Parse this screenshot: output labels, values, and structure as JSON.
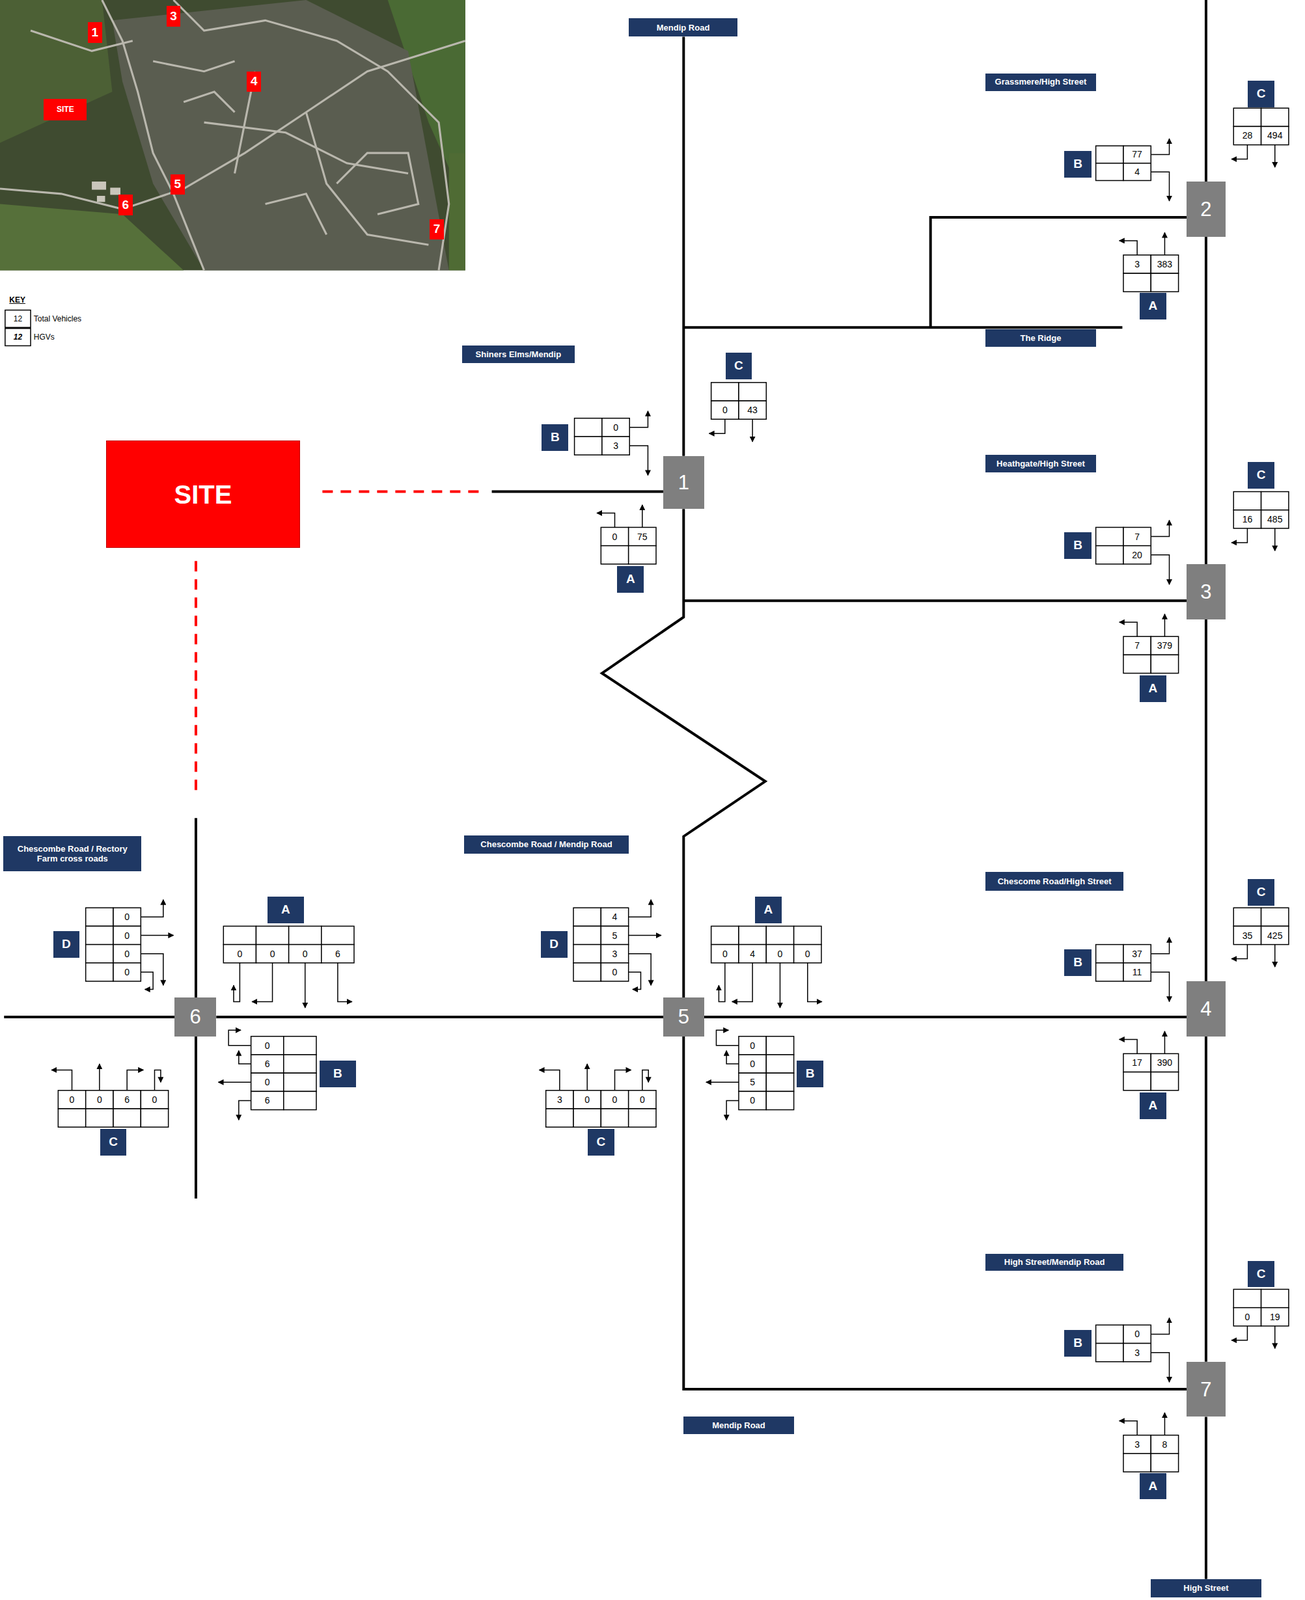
{
  "diagram": {
    "nodes": [
      {
        "text": [
          "3"
        ]
      },
      {
        "text": [
          "1"
        ]
      },
      {
        "text": [
          "4"
        ]
      },
      {
        "text": [
          "SITE"
        ]
      },
      {
        "text": [
          "5"
        ]
      },
      {
        "text": [
          "6"
        ]
      },
      {
        "text": [
          "7"
        ]
      },
      {
        "text": [
          "Mendip Road"
        ]
      },
      {
        "text": [
          "Grassmere/High Street"
        ]
      },
      {
        "text": [
          "C"
        ]
      },
      {
        "text": [
          "B"
        ]
      },
      {
        "text": [
          "2"
        ]
      },
      {
        "text": [
          "A"
        ]
      },
      {
        "text": [
          "The Ridge"
        ]
      },
      {
        "text": [
          "Shiners Elms/Mendip"
        ]
      },
      {
        "text": [
          "C"
        ]
      },
      {
        "text": [
          "B"
        ]
      },
      {
        "text": [
          "1"
        ]
      },
      {
        "text": [
          "A"
        ]
      },
      {
        "text": [
          "SITE"
        ]
      },
      {
        "text": [
          "Heathgate/High Street"
        ]
      },
      {
        "text": [
          "C"
        ]
      },
      {
        "text": [
          "B"
        ]
      },
      {
        "text": [
          "3"
        ]
      },
      {
        "text": [
          "A"
        ]
      },
      {
        "text": [
          "Chescombe Road / Rectory Farm cross roads"
        ]
      },
      {
        "text": [
          "Chescombe Road / Mendip Road"
        ]
      },
      {
        "text": [
          "Chescome Road/High Street"
        ]
      },
      {
        "text": [
          "A"
        ]
      },
      {
        "text": [
          "A"
        ]
      },
      {
        "text": [
          "C"
        ]
      },
      {
        "text": [
          "D"
        ]
      },
      {
        "text": [
          "D"
        ]
      },
      {
        "text": [
          "B"
        ]
      },
      {
        "text": [
          "6"
        ]
      },
      {
        "text": [
          "5"
        ]
      },
      {
        "text": [
          "4"
        ]
      },
      {
        "text": [
          "B"
        ]
      },
      {
        "text": [
          "B"
        ]
      },
      {
        "text": [
          "A"
        ]
      },
      {
        "text": [
          "C"
        ]
      },
      {
        "text": [
          "C"
        ]
      },
      {
        "text": [
          "High Street/Mendip Road"
        ]
      },
      {
        "text": [
          "C"
        ]
      },
      {
        "text": [
          "B"
        ]
      },
      {
        "text": [
          "7"
        ]
      },
      {
        "text": [
          "Mendip Road"
        ]
      },
      {
        "text": [
          "A"
        ]
      },
      {
        "text": [
          "High Street"
        ]
      }
    ],
    "edges": [
      {
        "from": 11,
        "to": 23,
        "arrow": "none"
      },
      {
        "from": 23,
        "to": 36,
        "arrow": "none"
      },
      {
        "from": 36,
        "to": 45,
        "arrow": "none"
      },
      {
        "from": 34,
        "to": 35,
        "arrow": "none"
      },
      {
        "from": 35,
        "to": 36,
        "arrow": "none"
      },
      {
        "from": 17,
        "to": 35,
        "arrow": "none"
      },
      {
        "from": 35,
        "to": 45,
        "arrow": "none"
      }
    ],
    "labels": [
      "KEY",
      "12",
      "12",
      "28",
      "494",
      "77",
      "4",
      "3",
      "383",
      "0",
      "43",
      "0",
      "3",
      "0",
      "75",
      "16",
      "485",
      "7",
      "20",
      "7",
      "379",
      "0",
      "0",
      "0",
      "0",
      "0",
      "0",
      "0",
      "6",
      "4",
      "5",
      "3",
      "0",
      "0",
      "4",
      "0",
      "0",
      "35",
      "425",
      "37",
      "11",
      "0",
      "6",
      "0",
      "6",
      "0",
      "0",
      "5",
      "0",
      "17",
      "390",
      "0",
      "0",
      "6",
      "0",
      "3",
      "0",
      "0",
      "0",
      "0",
      "19",
      "0",
      "3",
      "3",
      "8"
    ],
    "legend": [
      {
        "text": "Total Vehicles"
      },
      {
        "text": "HGVs"
      }
    ]
  }
}
